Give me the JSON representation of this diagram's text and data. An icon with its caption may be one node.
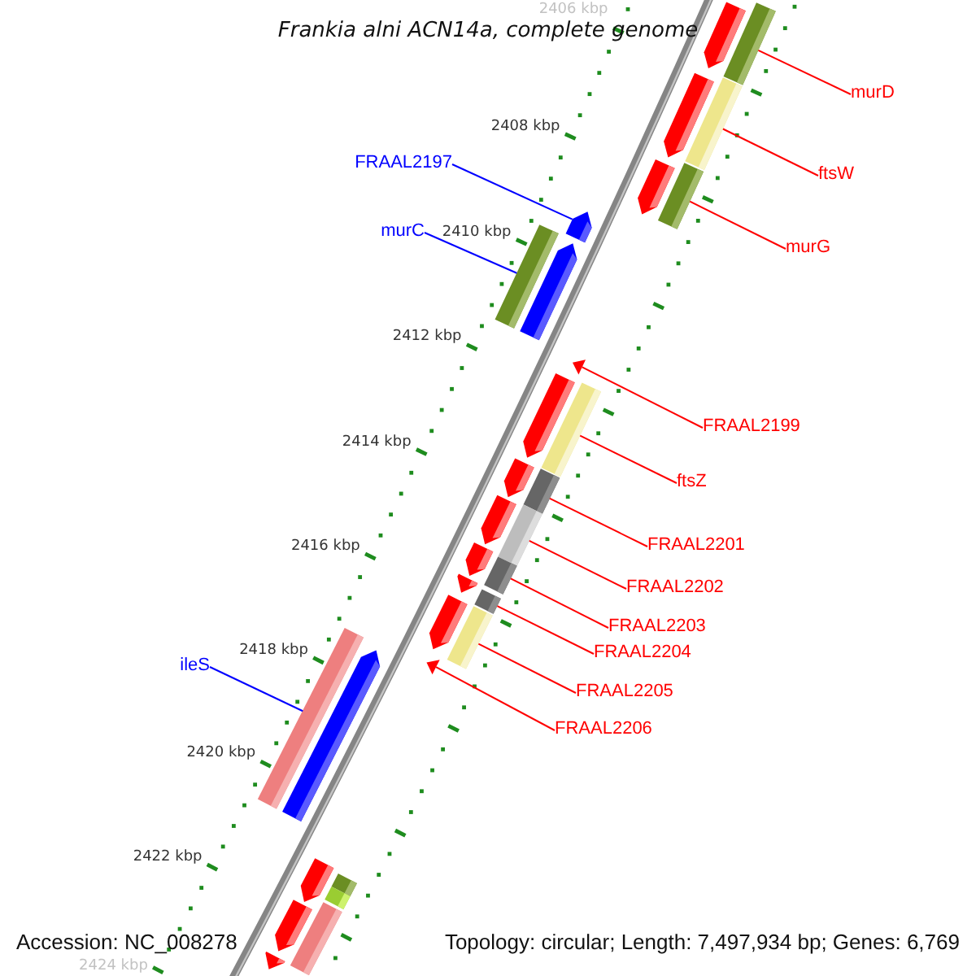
{
  "diagram": {
    "title": "Frankia alni ACN14a, complete genome",
    "nodes": [
      {
        "text": [
          "murD"
        ]
      },
      {
        "text": [
          "ftsW"
        ]
      },
      {
        "text": [
          "murG"
        ]
      },
      {
        "text": [
          "FRAAL2197"
        ]
      },
      {
        "text": [
          "murC"
        ]
      },
      {
        "text": [
          "FRAAL2199"
        ]
      },
      {
        "text": [
          "ftsZ"
        ]
      },
      {
        "text": [
          "FRAAL2201"
        ]
      },
      {
        "text": [
          "FRAAL2202"
        ]
      },
      {
        "text": [
          "FRAAL2203"
        ]
      },
      {
        "text": [
          "FRAAL2204"
        ]
      },
      {
        "text": [
          "FRAAL2205"
        ]
      },
      {
        "text": [
          "FRAAL2206"
        ]
      },
      {
        "text": [
          "ileS"
        ]
      },
      {
        "text": [],
        "shape": "pentagon"
      },
      {
        "text": [],
        "shape": "bar"
      },
      {
        "text": [],
        "shape": "pentagon"
      },
      {
        "text": [],
        "shape": "bar"
      },
      {
        "text": [],
        "shape": "pentagon"
      },
      {
        "text": [],
        "shape": "bar"
      },
      {
        "text": [],
        "shape": "pentagon"
      },
      {
        "text": [],
        "shape": "bar"
      },
      {
        "text": [],
        "shape": "pentagon"
      },
      {
        "text": [],
        "shape": "triangle"
      },
      {
        "text": [],
        "shape": "pentagon"
      },
      {
        "text": [],
        "shape": "bar"
      },
      {
        "text": [],
        "shape": "pentagon"
      },
      {
        "text": [],
        "shape": "bar"
      },
      {
        "text": [],
        "shape": "pentagon"
      },
      {
        "text": [],
        "shape": "bar"
      },
      {
        "text": [],
        "shape": "pentagon"
      },
      {
        "text": [],
        "shape": "bar"
      },
      {
        "text": [],
        "shape": "pentagon"
      },
      {
        "text": [],
        "shape": "bar"
      },
      {
        "text": [],
        "shape": "pentagon"
      },
      {
        "text": [],
        "shape": "bar"
      },
      {
        "text": [],
        "shape": "bar"
      },
      {
        "text": [],
        "shape": "pentagon"
      },
      {
        "text": [],
        "shape": "triangle"
      },
      {
        "text": [],
        "shape": "pentagon"
      },
      {
        "text": [],
        "shape": "bar"
      },
      {
        "text": [],
        "shape": "bar"
      },
      {
        "text": [],
        "shape": "pentagon"
      },
      {
        "text": [],
        "shape": "bar"
      },
      {
        "text": [],
        "shape": "pentagon"
      }
    ],
    "edges": [
      {
        "from": 0,
        "to": 15,
        "arrow": "none"
      },
      {
        "from": 1,
        "to": 17,
        "arrow": "none"
      },
      {
        "from": 2,
        "to": 19,
        "arrow": "none"
      },
      {
        "from": 3,
        "to": 20,
        "arrow": "none",
        "color": "#0000ff"
      },
      {
        "from": 4,
        "to": 21,
        "arrow": "none",
        "color": "#0000ff"
      },
      {
        "from": 5,
        "to": 23,
        "arrow": "none"
      },
      {
        "from": 6,
        "to": 25,
        "arrow": "none"
      },
      {
        "from": 7,
        "to": 27,
        "arrow": "none"
      },
      {
        "from": 8,
        "to": 29,
        "arrow": "none"
      },
      {
        "from": 9,
        "to": 31,
        "arrow": "none"
      },
      {
        "from": 10,
        "to": 33,
        "arrow": "none"
      },
      {
        "from": 11,
        "to": 35,
        "arrow": "none"
      },
      {
        "from": 12,
        "to": 38,
        "arrow": "none"
      },
      {
        "from": 13,
        "to": 36,
        "arrow": "none",
        "color": "#0000ff"
      }
    ],
    "labels": [
      "2406 kbp",
      "2408 kbp",
      "2410 kbp",
      "2412 kbp",
      "2414 kbp",
      "2416 kbp",
      "2418 kbp",
      "2420 kbp",
      "2422 kbp",
      "2424 kbp",
      "Accession: NC_008278",
      "Topology: circular; Length: 7,497,934 bp; Genes: 6,769"
    ]
  }
}
